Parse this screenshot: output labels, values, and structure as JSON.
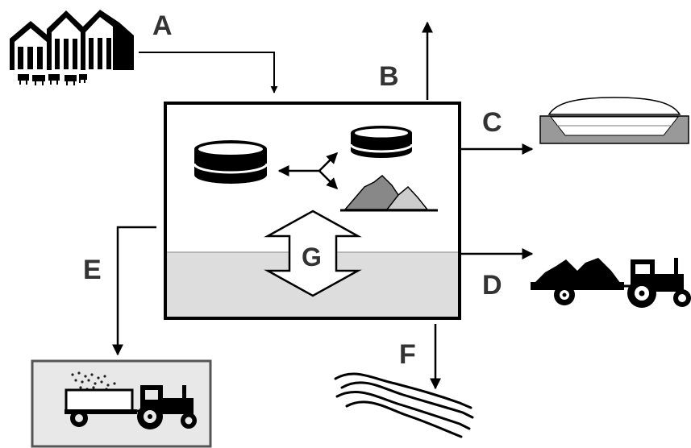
{
  "labels": {
    "a": "A",
    "b": "B",
    "c": "C",
    "d": "D",
    "e": "E",
    "f": "F",
    "g": "G"
  },
  "colors": {
    "ink": "#000000",
    "label": "#333333",
    "liquid": "#dddddd",
    "pile_dark": "#888888",
    "pile_light": "#cccccc",
    "lagoon": "#999999",
    "panel": "#e8e8e8",
    "panel_border": "#555555"
  },
  "icons": [
    "farm-barn-icon",
    "cattle-icon",
    "storage-tank-icon",
    "tri-arrow-icon",
    "solid-pile-icon",
    "covered-lagoon-icon",
    "manure-trailer-tractor-icon",
    "spreader-tractor-icon",
    "stream-icon",
    "double-arrow-icon"
  ]
}
